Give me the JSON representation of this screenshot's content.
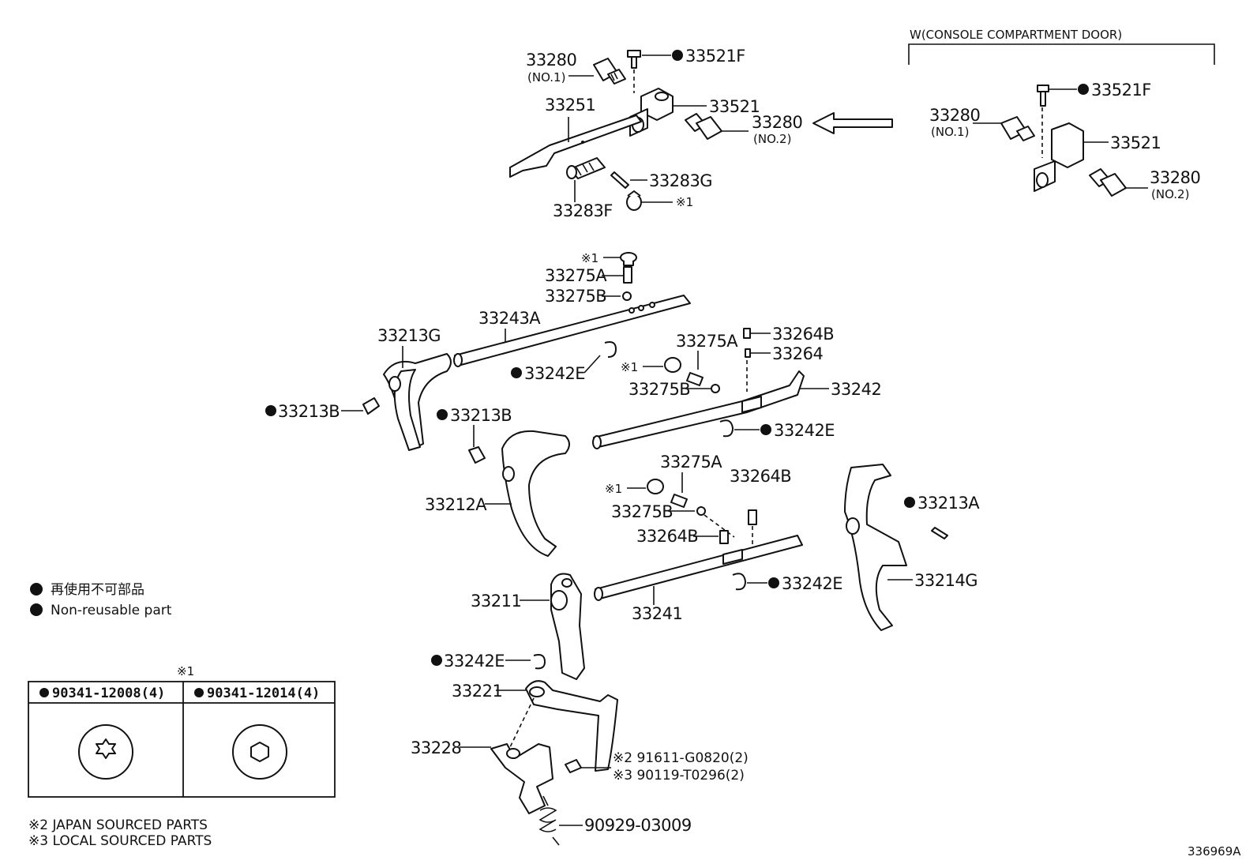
{
  "variant_bracket_label": "W(CONSOLE COMPARTMENT DOOR)",
  "diagram_id": "336969A",
  "legend": {
    "japanese": "再使用不可部品",
    "english": "Non-reusable part"
  },
  "footnotes": {
    "note2": "※2 JAPAN SOURCED PARTS",
    "note3": "※3 LOCAL SOURCED PARTS"
  },
  "ref_table": {
    "title": "※1",
    "col1": "90341-12008(4)",
    "col2": "90341-12014(4)"
  },
  "parts": {
    "p33280_no1": "33280",
    "p33280_no1_sub": "(NO.1)",
    "p33521f": "33521F",
    "p33521": "33521",
    "p33280_no2": "33280",
    "p33280_no2_sub": "(NO.2)",
    "p33251": "33251",
    "p33283g": "33283G",
    "p33283f": "33283F",
    "mark1_a": "※1",
    "r33280_no1": "33280",
    "r33280_no1_sub": "(NO.1)",
    "r33521f": "33521F",
    "r33521": "33521",
    "r33280_no2": "33280",
    "r33280_no2_sub": "(NO.2)",
    "mark1_b": "※1",
    "p33275a_top": "33275A",
    "p33275b_top": "33275B",
    "p33243a": "33243A",
    "p33213g": "33213G",
    "p33242e_1": "33242E",
    "p33275a_mid": "33275A",
    "p33264b_top": "33264B",
    "p33264": "33264",
    "mark1_c": "※1",
    "p33275b_mid": "33275B",
    "p33242": "33242",
    "p33213b_left": "33213B",
    "p33213b_mid": "33213B",
    "p33242e_2": "33242E",
    "p33275a_low": "33275A",
    "p33264b_mid": "33264B",
    "mark1_d": "※1",
    "p33212a": "33212A",
    "p33275b_low": "33275B",
    "p33213a": "33213A",
    "p33264b_low": "33264B",
    "p33242e_3": "33242E",
    "p33214g": "33214G",
    "p33211": "33211",
    "p33241": "33241",
    "p33242e_4": "33242E",
    "p33221": "33221",
    "p33228": "33228",
    "bolt_jp": "※2 91611-G0820(2)",
    "bolt_local": "※3 90119-T0296(2)",
    "p90929": "90929-03009"
  }
}
